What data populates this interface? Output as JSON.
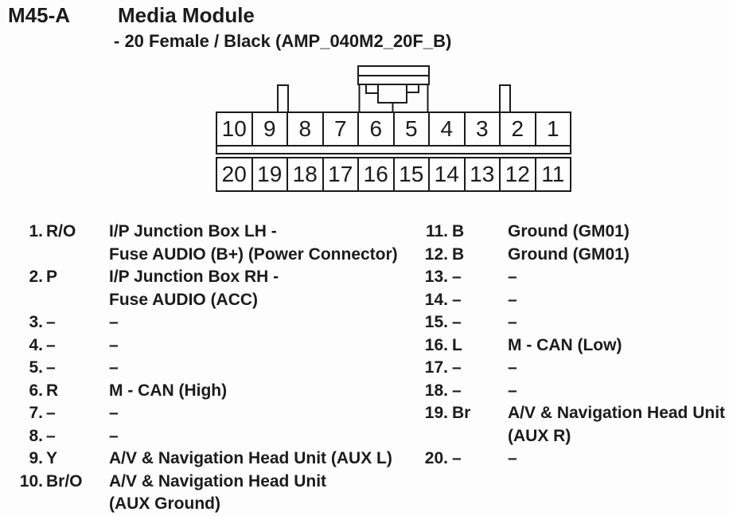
{
  "header": {
    "connector_id": "M45-A",
    "module_name": "Media Module",
    "subtitle": "- 20 Female / Black (AMP_040M2_20F_B)"
  },
  "graphics": {
    "latch_icon": "connector-latch",
    "left_tab_icon": "alignment-tab-left",
    "right_tab_icon": "alignment-tab-right"
  },
  "connector": {
    "top_row": [
      "10",
      "9",
      "8",
      "7",
      "6",
      "5",
      "4",
      "3",
      "2",
      "1"
    ],
    "bottom_row": [
      "20",
      "19",
      "18",
      "17",
      "16",
      "15",
      "14",
      "13",
      "12",
      "11"
    ]
  },
  "pin_table": {
    "lines": [
      {
        "l_num": "1.",
        "l_color": "R/O",
        "l_desc": "I/P Junction Box LH -",
        "r_num": "11.",
        "r_color": "B",
        "r_desc": "Ground (GM01)"
      },
      {
        "l_num": "",
        "l_color": "",
        "l_desc": "Fuse AUDIO (B+) (Power Connector)",
        "r_num": "12.",
        "r_color": "B",
        "r_desc": "Ground (GM01)"
      },
      {
        "l_num": "2.",
        "l_color": "P",
        "l_desc": "I/P Junction Box RH -",
        "r_num": "13.",
        "r_color": "–",
        "r_desc": "–"
      },
      {
        "l_num": "",
        "l_color": "",
        "l_desc": "Fuse AUDIO (ACC)",
        "r_num": "14.",
        "r_color": "–",
        "r_desc": "–"
      },
      {
        "l_num": "3.",
        "l_color": "–",
        "l_desc": "–",
        "r_num": "15.",
        "r_color": "–",
        "r_desc": "–"
      },
      {
        "l_num": "4.",
        "l_color": "–",
        "l_desc": "–",
        "r_num": "16.",
        "r_color": "L",
        "r_desc": "M - CAN (Low)"
      },
      {
        "l_num": "5.",
        "l_color": "–",
        "l_desc": "–",
        "r_num": "17.",
        "r_color": "–",
        "r_desc": "–"
      },
      {
        "l_num": "6.",
        "l_color": "R",
        "l_desc": "M - CAN (High)",
        "r_num": "18.",
        "r_color": "–",
        "r_desc": "–"
      },
      {
        "l_num": "7.",
        "l_color": "–",
        "l_desc": "–",
        "r_num": "19.",
        "r_color": "Br",
        "r_desc": "A/V & Navigation Head Unit"
      },
      {
        "l_num": "8.",
        "l_color": "–",
        "l_desc": "–",
        "r_num": "",
        "r_color": "",
        "r_desc": "(AUX R)"
      },
      {
        "l_num": "9.",
        "l_color": "Y",
        "l_desc": "A/V & Navigation Head Unit (AUX L)",
        "r_num": "20.",
        "r_color": "–",
        "r_desc": "–"
      },
      {
        "l_num": "10.",
        "l_color": "Br/O",
        "l_desc": "A/V & Navigation Head Unit",
        "r_num": "",
        "r_color": "",
        "r_desc": ""
      },
      {
        "l_num": "",
        "l_color": "",
        "l_desc": "(AUX Ground)",
        "r_num": "",
        "r_color": "",
        "r_desc": ""
      }
    ]
  },
  "colors": {
    "ink": "#1b1b1b",
    "background": "#fdfdfd"
  }
}
